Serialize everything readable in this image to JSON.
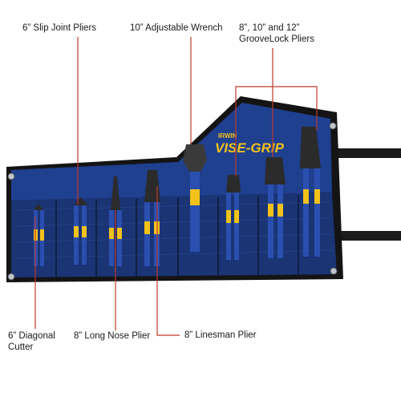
{
  "labels": {
    "slip_joint": "6” Slip Joint Pliers",
    "adjustable_wrench": "10” Adjustable Wrench",
    "groovelock_line1": "8”, 10” and 12”",
    "groovelock_line2": "GrooveLock Pliers",
    "diagonal_line1": "6” Diagonal",
    "diagonal_line2": "Cutter",
    "long_nose": "8” Long Nose Plier",
    "linesman": "8” Linesman Plier"
  },
  "brand": {
    "irwin": "IRWIN",
    "visegrip": "VISE-GRIP"
  },
  "colors": {
    "callout_line": "#c0392b",
    "pouch_blue": "#1f3f8f",
    "pouch_dark": "#17305f",
    "strap": "#1b1b1b",
    "handle_yellow": "#f2c21b",
    "handle_blue": "#2a4fb0",
    "steel": "#2b2b2b"
  }
}
